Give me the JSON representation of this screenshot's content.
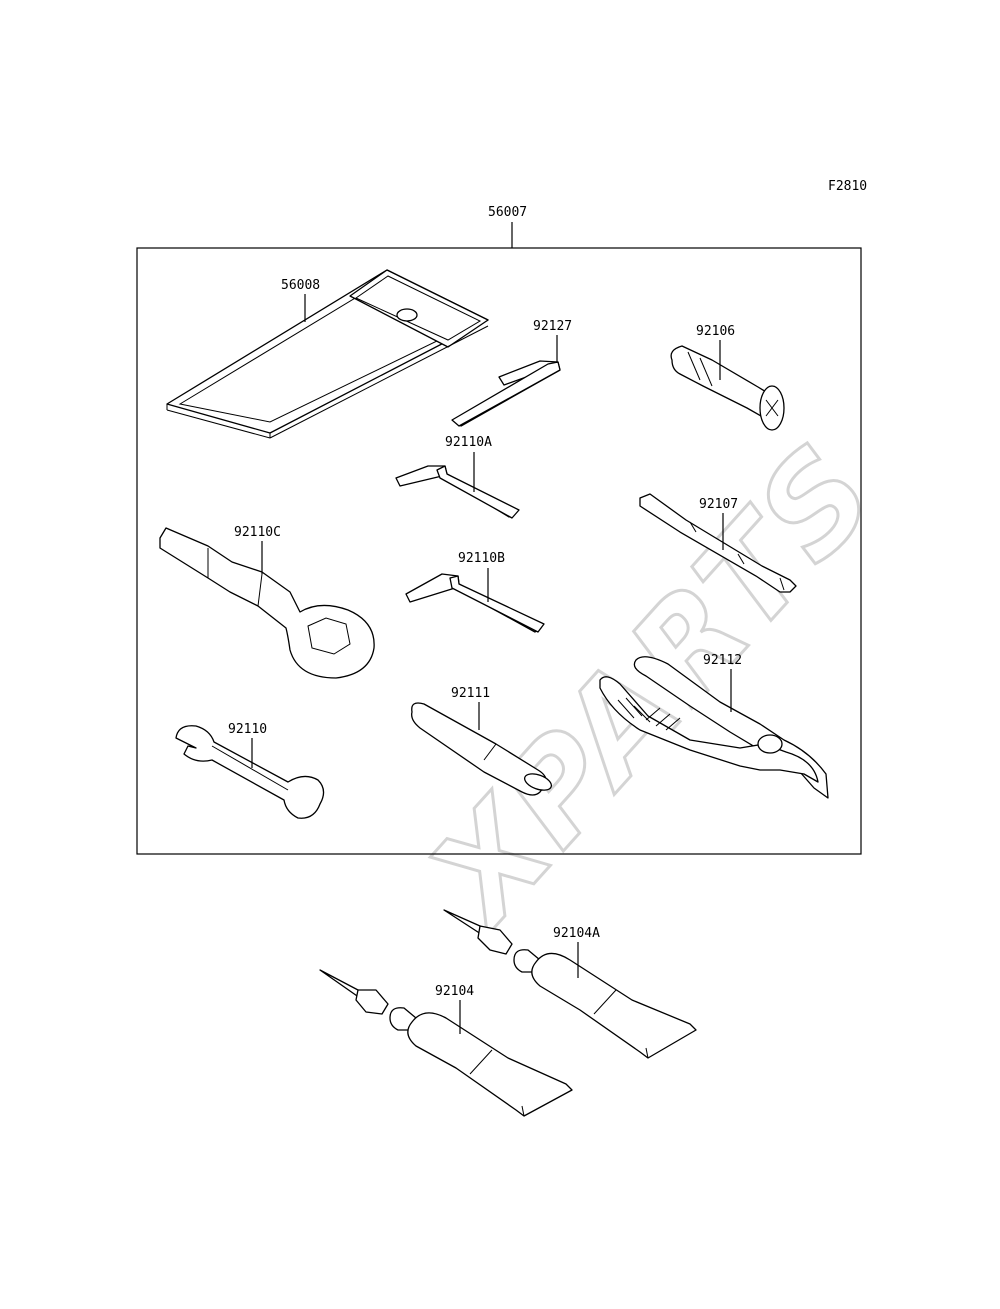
{
  "figure_code": "F2810",
  "watermark": "XPARTS",
  "kit": {
    "part_number": "56007"
  },
  "parts": [
    {
      "id": "pouch",
      "part_number": "56008"
    },
    {
      "id": "hex-key-large",
      "part_number": "92127"
    },
    {
      "id": "handle",
      "part_number": "92106"
    },
    {
      "id": "hex-key-a",
      "part_number": "92110A"
    },
    {
      "id": "box-wrench",
      "part_number": "92110C"
    },
    {
      "id": "screwdriver",
      "part_number": "92107"
    },
    {
      "id": "hex-key-b",
      "part_number": "92110B"
    },
    {
      "id": "pliers",
      "part_number": "92112"
    },
    {
      "id": "bar",
      "part_number": "92111"
    },
    {
      "id": "open-wrench",
      "part_number": "92110"
    },
    {
      "id": "tube-a",
      "part_number": "92104A"
    },
    {
      "id": "tube",
      "part_number": "92104"
    }
  ]
}
